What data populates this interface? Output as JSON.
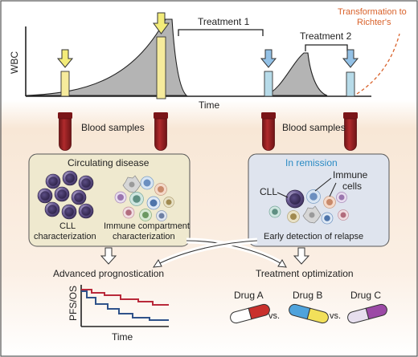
{
  "timeline": {
    "y_axis_label": "WBC",
    "x_axis_label": "Time",
    "treatment_1": "Treatment 1",
    "treatment_2": "Treatment 2",
    "transformation_line1": "Transformation to",
    "transformation_line2": "Richter's"
  },
  "blood_samples": {
    "left_label": "Blood samples",
    "right_label": "Blood samples"
  },
  "circulating_panel": {
    "title": "Circulating disease",
    "cll_line1": "CLL",
    "cll_line2": "characterization",
    "immune_line1": "Immune compartment",
    "immune_line2": "characterization"
  },
  "remission_panel": {
    "title": "In remission",
    "immune_line1": "Immune",
    "immune_line2": "cells",
    "cll_label": "CLL",
    "footer": "Early detection of relapse"
  },
  "outcomes": {
    "prognostication": "Advanced prognostication",
    "optimization": "Treatment optimization"
  },
  "km_plot": {
    "y_label": "PFS/OS",
    "x_label": "Time"
  },
  "drugs": {
    "a": "Drug A",
    "b": "Drug B",
    "c": "Drug C",
    "vs1": "vs.",
    "vs2": "vs."
  },
  "colors": {
    "sample_yellow": "#f6eb9c",
    "sample_blue": "#b7dbe9",
    "arrow_yellow": "#f3ec7a",
    "arrow_blue": "#93c1e6",
    "curve_fill": "#b4b4b4",
    "richter_orange": "#d9622b",
    "blood_red": "#8f1f22",
    "panel_beige": "#efe9cf",
    "panel_blue": "#dfe4ee",
    "remission_title": "#2a8bc4",
    "cll_cell": "#5a4a82",
    "km_red": "#b9293a",
    "km_blue": "#2f528a"
  },
  "icons": [
    "yellow-down-arrow-icon",
    "blue-down-arrow-icon",
    "blood-tube-icon",
    "cll-cell-icon",
    "immune-cell-icon",
    "capsule-icon",
    "outline-down-arrow-icon"
  ]
}
